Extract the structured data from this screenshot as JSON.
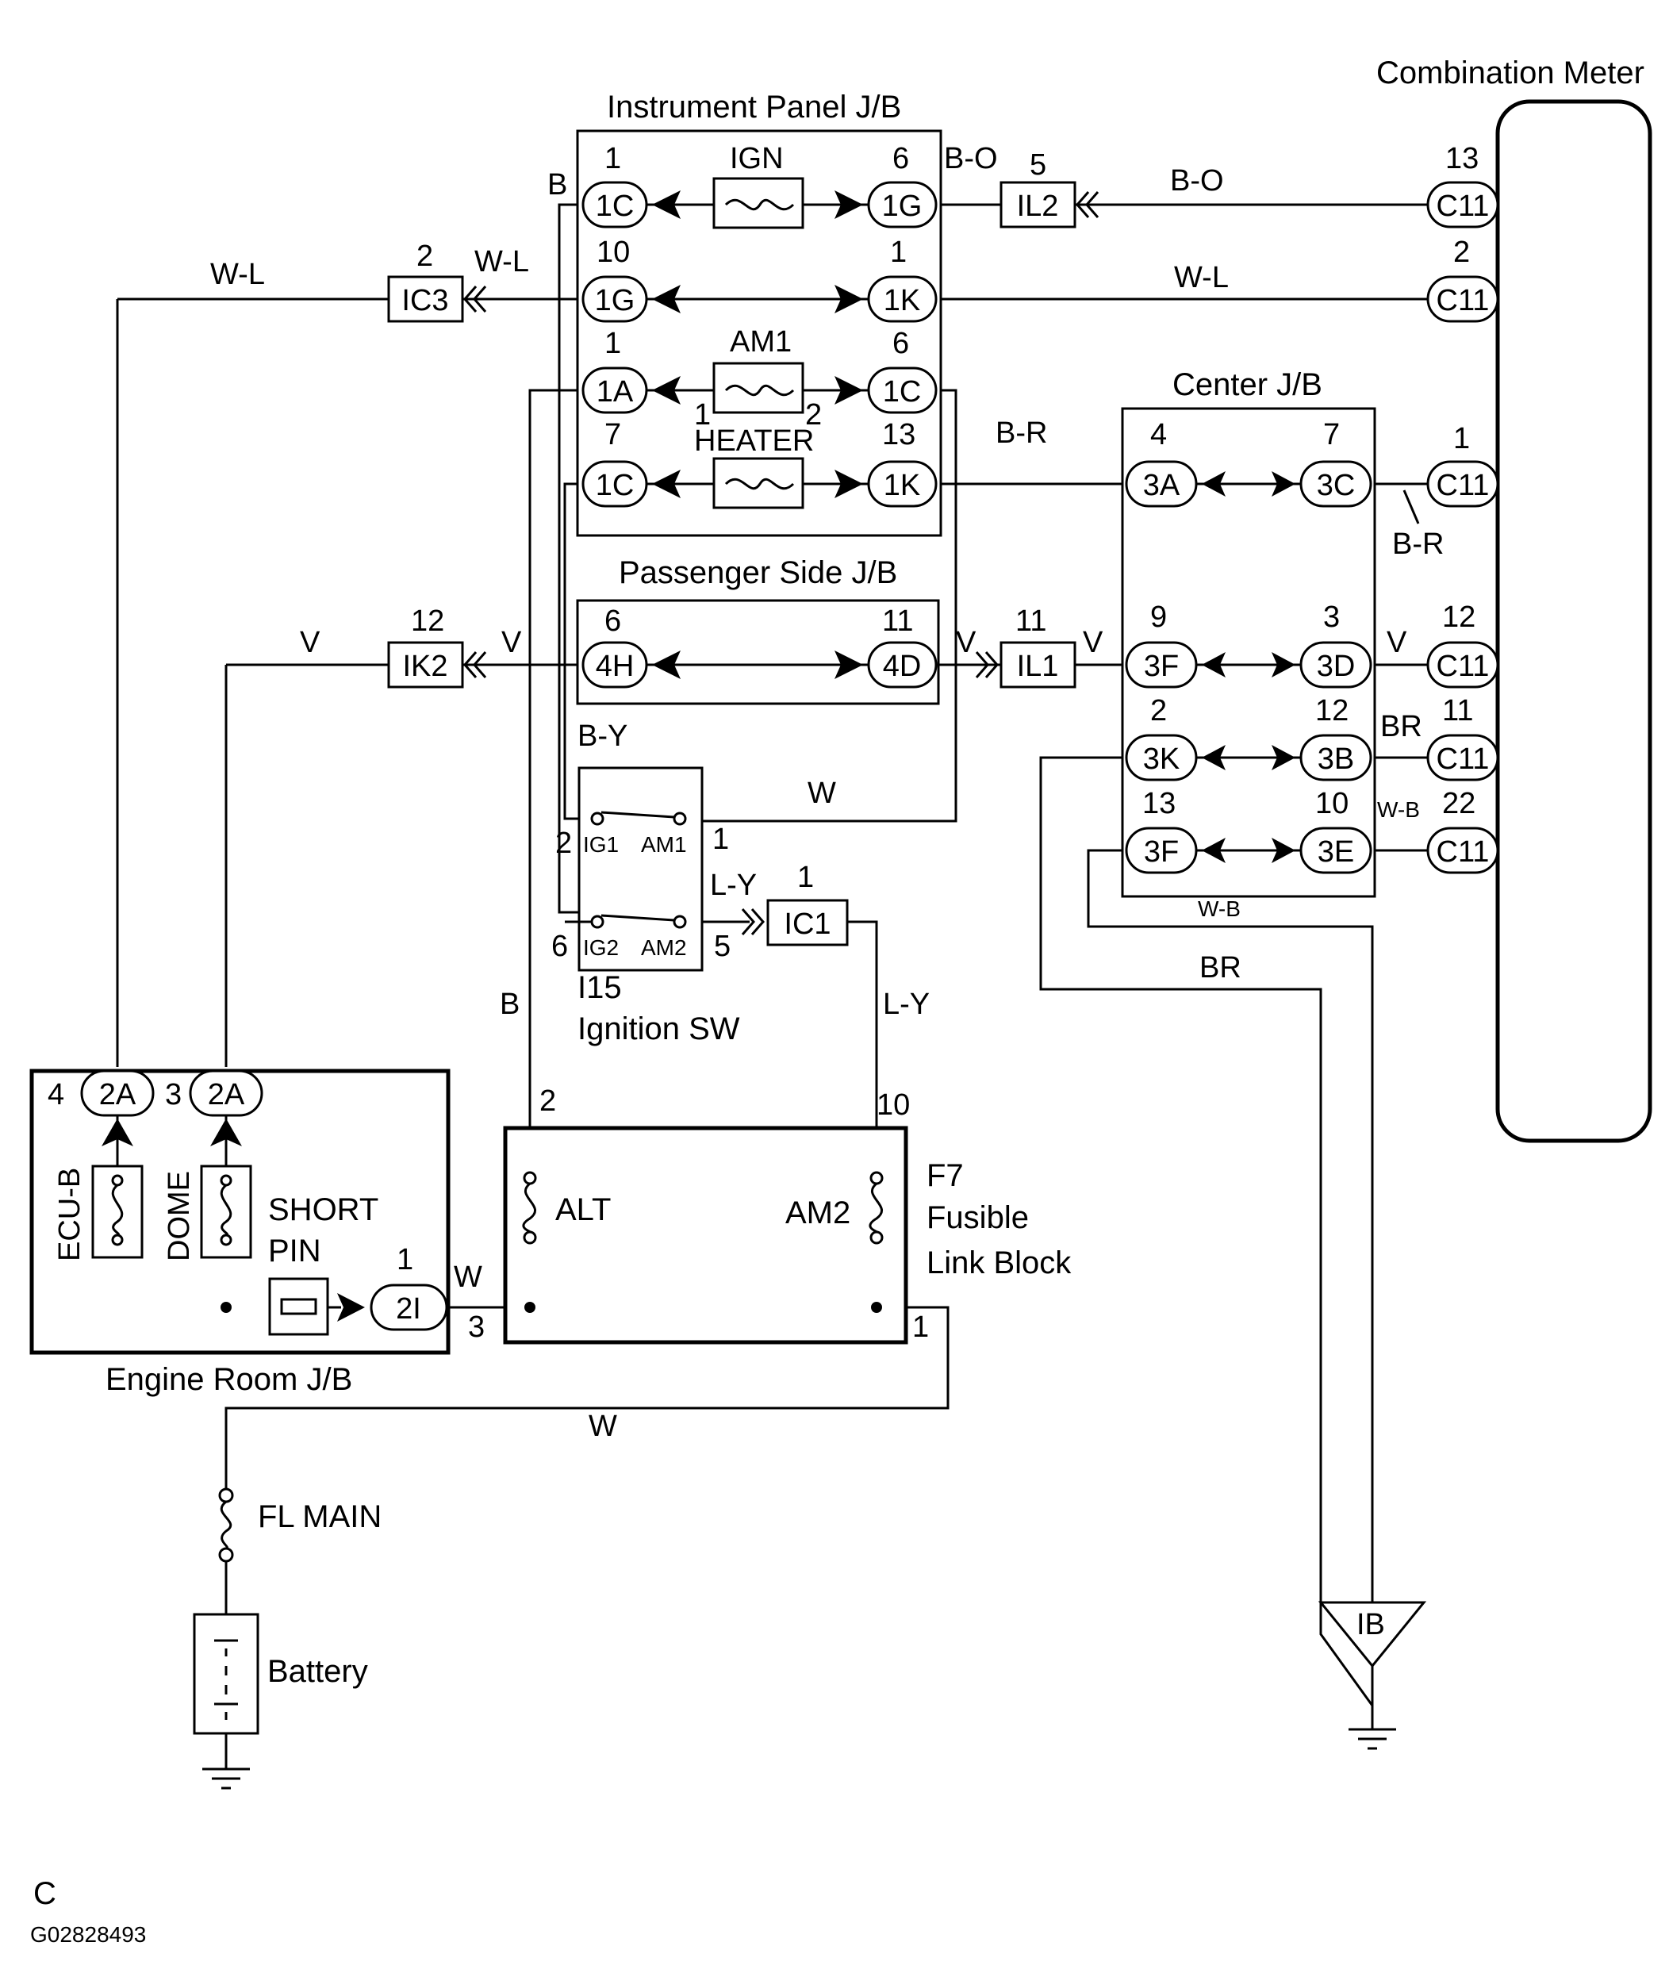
{
  "title": "",
  "blocks": {
    "instrument_panel_jb": "Instrument Panel J/B",
    "passenger_side_jb": "Passenger Side J/B",
    "center_jb": "Center J/B",
    "combination_meter": "Combination Meter",
    "engine_room_jb": "Engine Room J/B",
    "ignition_sw_id": "I15",
    "ignition_sw": "Ignition SW",
    "fusible_link_id": "F7",
    "fusible_link_1": "Fusible",
    "fusible_link_2": "Link Block",
    "battery": "Battery",
    "ground_point": "IB"
  },
  "fuses": {
    "ign": "IGN",
    "am1": "AM1",
    "heater": "HEATER",
    "alt": "ALT",
    "am2": "AM2",
    "ecu_b": "ECU-B",
    "dome": "DOME",
    "short_pin_1": "SHORT",
    "short_pin_2": "PIN",
    "fl_main": "FL MAIN"
  },
  "switch": {
    "ig1": "IG1",
    "am1": "AM1",
    "ig2": "IG2",
    "am2": "AM2"
  },
  "connectors": {
    "ipjb_1c_a": "1C",
    "ipjb_1g_a": "1G",
    "ipjb_1g_b": "1G",
    "ipjb_1k_a": "1K",
    "ipjb_1a": "1A",
    "ipjb_1c_b": "1C",
    "ipjb_1c_c": "1C",
    "ipjb_1k_b": "1K",
    "ps_4h": "4H",
    "ps_4d": "4D",
    "c_3a": "3A",
    "c_3c": "3C",
    "c_3f_a": "3F",
    "c_3d": "3D",
    "c_3k": "3K",
    "c_3b": "3B",
    "c_3f_b": "3F",
    "c_3e": "3E",
    "meter_c11_1": "C11",
    "meter_c11_2": "C11",
    "meter_c11_3": "C11",
    "meter_c11_4": "C11",
    "meter_c11_5": "C11",
    "meter_c11_6": "C11",
    "il2": "IL2",
    "ic3": "IC3",
    "ik2": "IK2",
    "il1": "IL1",
    "ic1": "IC1",
    "er_2a_a": "2A",
    "er_2a_b": "2A",
    "er_2i": "2I"
  },
  "pins": {
    "p1c_a": "1",
    "p1g_a": "6",
    "p1g_b": "10",
    "p1k_a": "1",
    "p1a": "1",
    "p1c_b": "6",
    "p1c_c": "7",
    "p1k_b": "13",
    "p_am1_l": "1",
    "p_am1_r": "2",
    "p4h": "6",
    "p4d": "11",
    "p3a": "4",
    "p3c": "7",
    "p3f_a": "9",
    "p3d": "3",
    "p3k": "2",
    "p3b": "12",
    "p3f_b": "13",
    "p3e": "10",
    "m13": "13",
    "m2": "2",
    "m1": "1",
    "m12": "12",
    "m11": "11",
    "m22": "22",
    "il2": "5",
    "ic3": "2",
    "ik2": "12",
    "il1": "11",
    "ic1": "1",
    "sw_2": "2",
    "sw_1": "1",
    "sw_6": "6",
    "sw_5": "5",
    "er_4": "4",
    "er_3": "3",
    "er_1": "1",
    "fl_2": "2",
    "fl_10": "10",
    "fl_3": "3",
    "fl_1": "1"
  },
  "wire_colors": {
    "bo_a": "B-O",
    "bo_b": "B-O",
    "b_top": "B",
    "wl_a": "W-L",
    "wl_b": "W-L",
    "wl_c": "W-L",
    "br_a": "B-R",
    "br_b": "B-R",
    "v_a": "V",
    "v_b": "V",
    "v_c": "V",
    "v_d": "V",
    "v_e": "V",
    "by": "B-Y",
    "w_sw": "W",
    "ly_a": "L-Y",
    "ly_b": "L-Y",
    "b_mid": "B",
    "br_c": "BR",
    "br_d": "BR",
    "wb_a": "W-B",
    "wb_b": "W-B",
    "w_er": "W",
    "w_bot": "W"
  },
  "footer": {
    "letter": "C",
    "code": "G02828493"
  }
}
